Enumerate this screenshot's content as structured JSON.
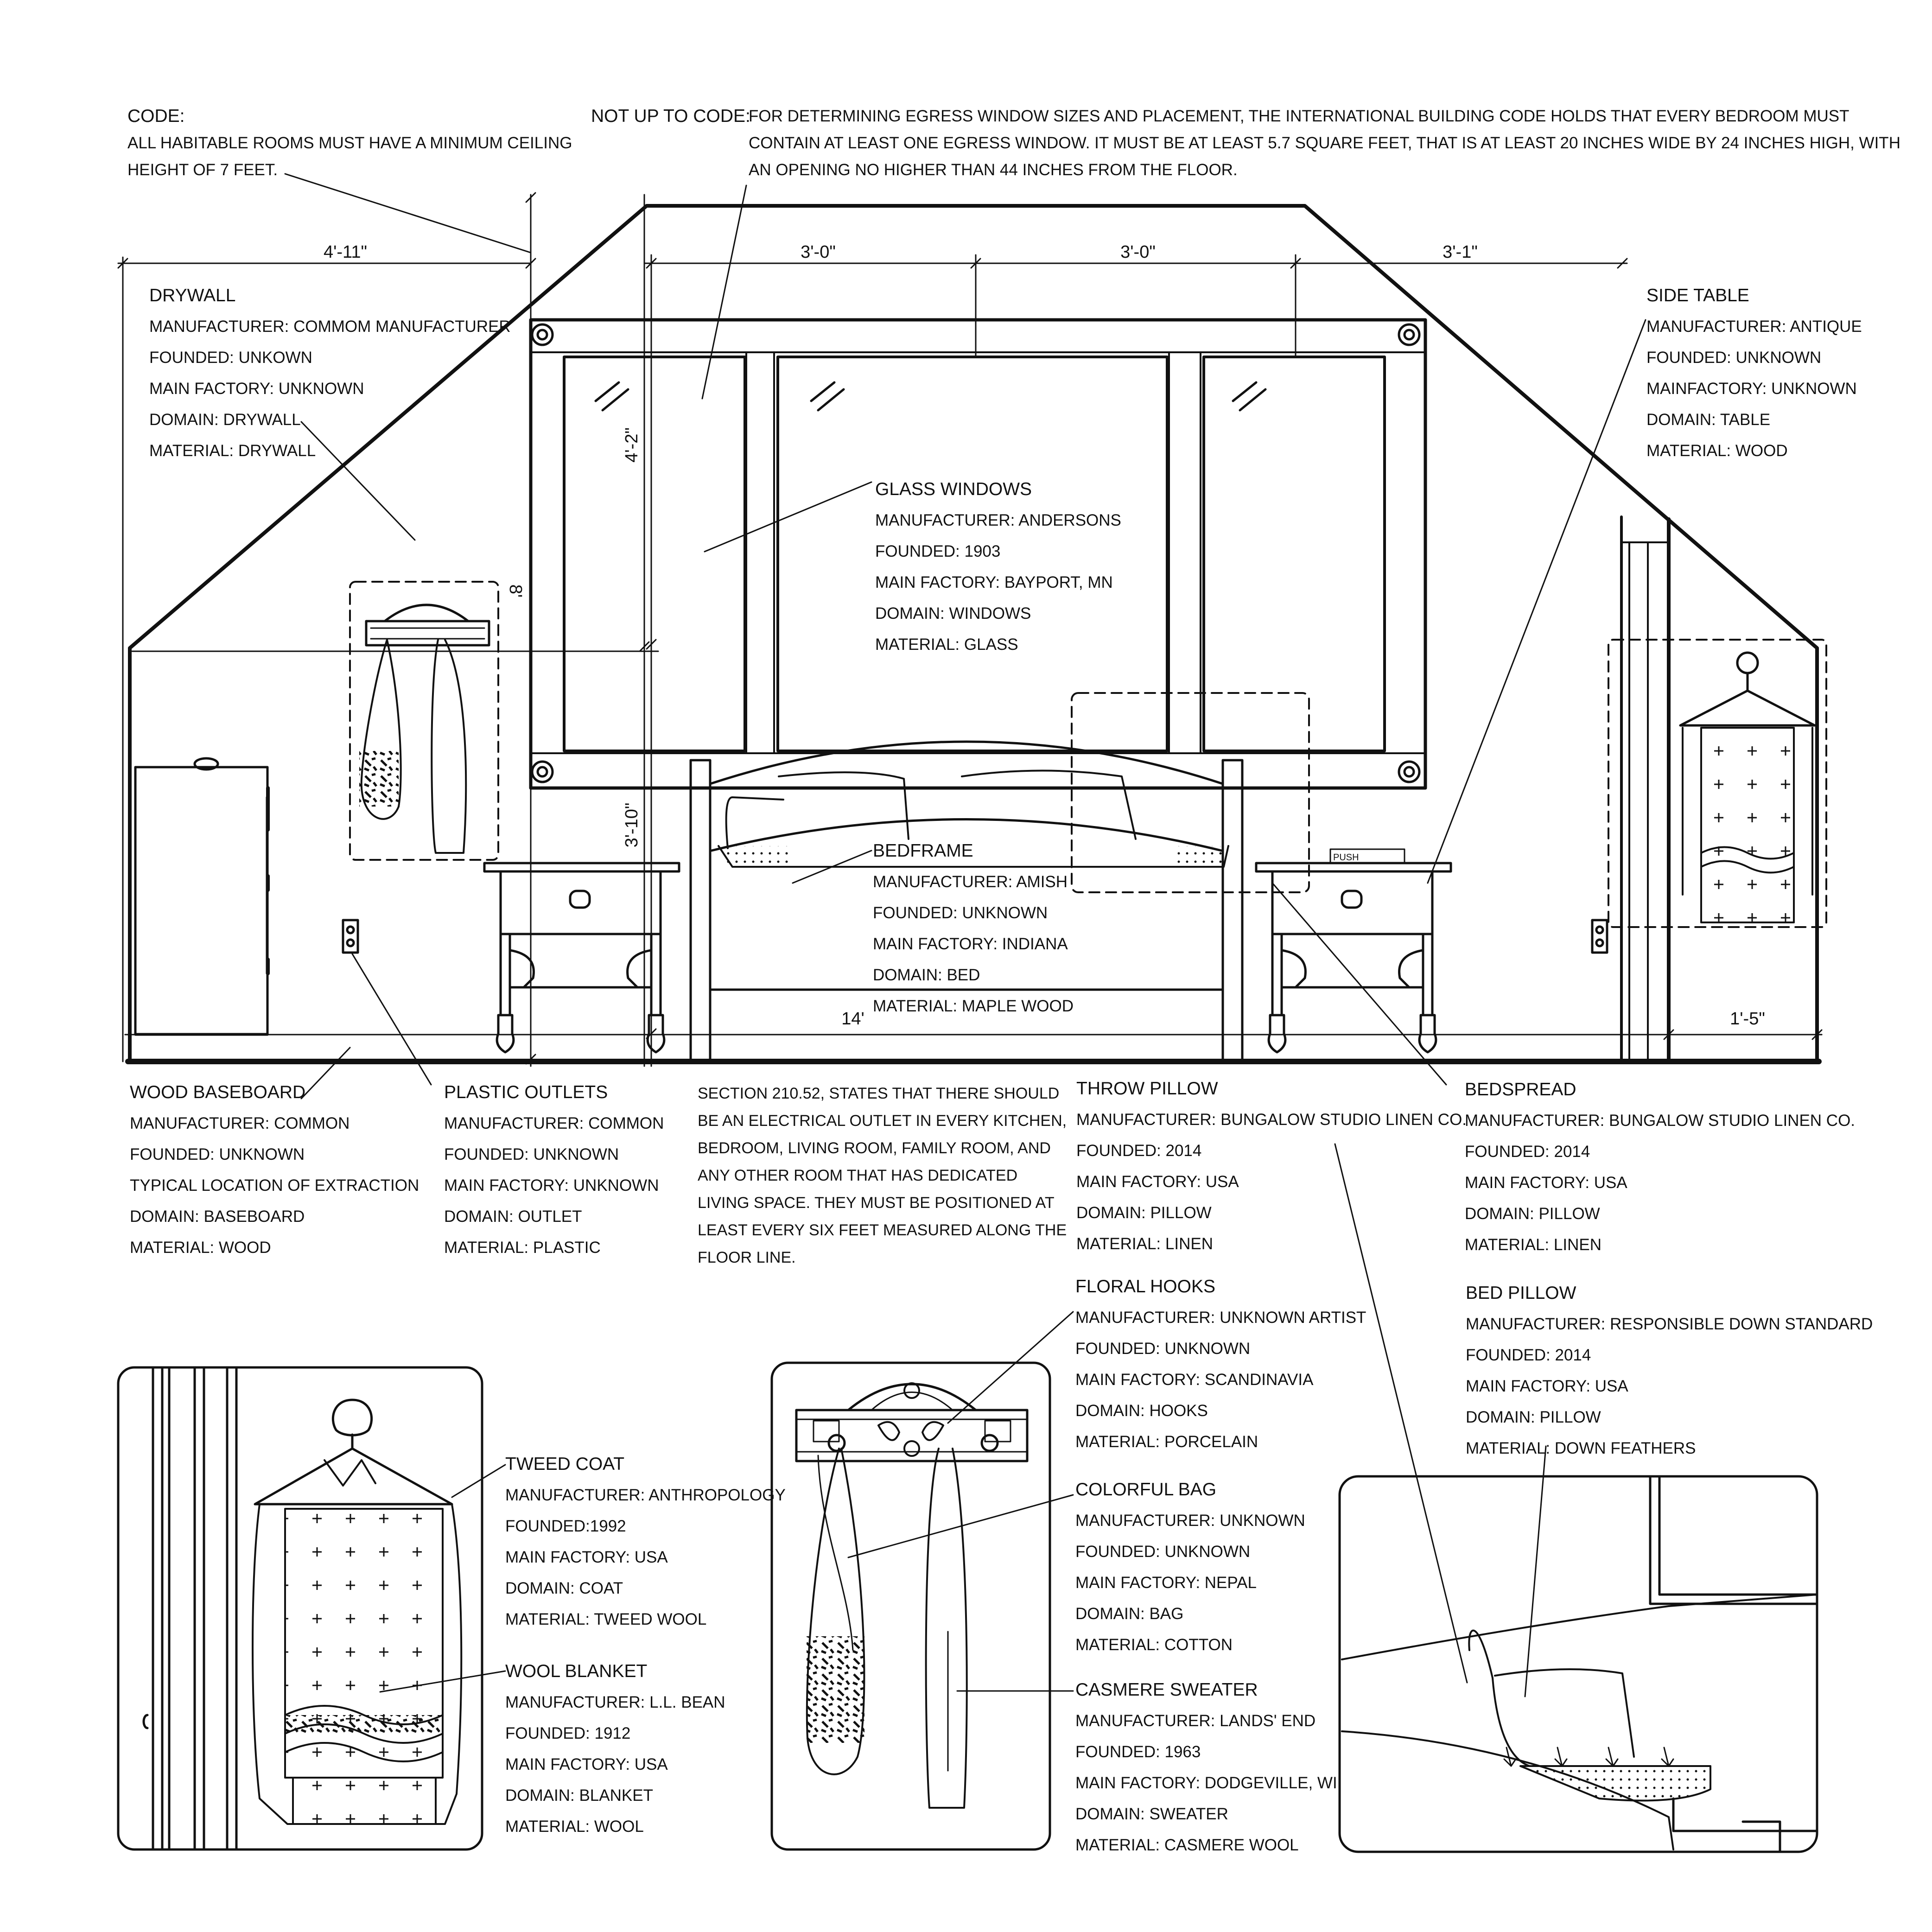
{
  "code_note": {
    "title": "CODE:",
    "lines": [
      "ALL HABITABLE ROOMS MUST HAVE A MINIMUM CEILING",
      "HEIGHT OF 7 FEET."
    ]
  },
  "egress_note": {
    "title": "NOT UP TO CODE:",
    "lines": [
      "FOR DETERMINING EGRESS WINDOW SIZES AND PLACEMENT, THE INTERNATIONAL BUILDING CODE HOLDS THAT EVERY BEDROOM MUST",
      "CONTAIN AT LEAST ONE EGRESS WINDOW. IT MUST BE AT LEAST 5.7 SQUARE FEET, THAT IS AT LEAST 20 INCHES WIDE BY 24 INCHES HIGH, WITH",
      "AN OPENING NO HIGHER THAN 44 INCHES FROM THE FLOOR."
    ]
  },
  "dimensions": {
    "left_width": "4'-11\"",
    "window_1": "3'-0\"",
    "window_2": "3'-0\"",
    "window_3": "3'-1\"",
    "window_height": "4'-2\"",
    "sill_height": "3'-10\"",
    "wall_height": "8'",
    "room_width": "14'",
    "closet_width": "1'-5\""
  },
  "outlet_code": {
    "lines": [
      "SECTION 210.52, STATES THAT THERE SHOULD",
      "BE AN ELECTRICAL OUTLET IN EVERY KITCHEN,",
      "BEDROOM, LIVING ROOM, FAMILY ROOM, AND",
      "ANY OTHER ROOM THAT HAS DEDICATED",
      "LIVING SPACE. THEY MUST BE POSITIONED AT",
      "LEAST EVERY SIX FEET MEASURED ALONG THE",
      "FLOOR LINE."
    ]
  },
  "drawer_label": "PUSH",
  "items": {
    "drywall": {
      "title": "DRYWALL",
      "lines": [
        "MANUFACTURER: COMMOM MANUFACTURER",
        "FOUNDED: UNKOWN",
        "MAIN FACTORY: UNKNOWN",
        "DOMAIN: DRYWALL",
        "MATERIAL: DRYWALL"
      ]
    },
    "glass_windows": {
      "title": "GLASS WINDOWS",
      "lines": [
        "MANUFACTURER: ANDERSONS",
        "FOUNDED: 1903",
        "MAIN FACTORY: BAYPORT, MN",
        "DOMAIN: WINDOWS",
        "MATERIAL: GLASS"
      ]
    },
    "side_table": {
      "title": "SIDE TABLE",
      "lines": [
        "MANUFACTURER: ANTIQUE",
        "FOUNDED: UNKNOWN",
        "MAINFACTORY: UNKNOWN",
        "DOMAIN: TABLE",
        "MATERIAL:  WOOD"
      ]
    },
    "bedframe": {
      "title": "BEDFRAME",
      "lines": [
        "MANUFACTURER: AMISH",
        "FOUNDED: UNKNOWN",
        "MAIN FACTORY: INDIANA",
        "DOMAIN: BED",
        "MATERIAL: MAPLE WOOD"
      ]
    },
    "wood_baseboard": {
      "title": "WOOD BASEBOARD",
      "lines": [
        "MANUFACTURER: COMMON",
        "FOUNDED: UNKNOWN",
        "TYPICAL LOCATION OF EXTRACTION",
        "DOMAIN: BASEBOARD",
        "MATERIAL: WOOD"
      ]
    },
    "plastic_outlets": {
      "title": "PLASTIC OUTLETS",
      "lines": [
        "MANUFACTURER: COMMON",
        "FOUNDED: UNKNOWN",
        "MAIN FACTORY: UNKNOWN",
        "DOMAIN: OUTLET",
        "MATERIAL: PLASTIC"
      ]
    },
    "throw_pillow": {
      "title": "THROW PILLOW",
      "lines": [
        "MANUFACTURER: BUNGALOW STUDIO LINEN CO.",
        "FOUNDED: 2014",
        "MAIN FACTORY: USA",
        "DOMAIN: PILLOW",
        "MATERIAL: LINEN"
      ]
    },
    "bedspread": {
      "title": "BEDSPREAD",
      "lines": [
        "MANUFACTURER: BUNGALOW STUDIO LINEN CO.",
        "FOUNDED: 2014",
        "MAIN FACTORY: USA",
        "DOMAIN: PILLOW",
        "MATERIAL: LINEN"
      ]
    },
    "floral_hooks": {
      "title": "FLORAL HOOKS",
      "lines": [
        "MANUFACTURER: UNKNOWN ARTIST",
        "FOUNDED: UNKNOWN",
        "MAIN FACTORY: SCANDINAVIA",
        "DOMAIN: HOOKS",
        "MATERIAL: PORCELAIN"
      ]
    },
    "bed_pillow": {
      "title": "BED PILLOW",
      "lines": [
        "MANUFACTURER: RESPONSIBLE DOWN STANDARD",
        "FOUNDED: 2014",
        "MAIN FACTORY: USA",
        "DOMAIN: PILLOW",
        "MATERIAL: DOWN FEATHERS"
      ]
    },
    "colorful_bag": {
      "title": "COLORFUL BAG",
      "lines": [
        "MANUFACTURER: UNKNOWN",
        "FOUNDED: UNKNOWN",
        "MAIN FACTORY: NEPAL",
        "DOMAIN: BAG",
        "MATERIAL: COTTON"
      ]
    },
    "casmere_sweater": {
      "title": "CASMERE SWEATER",
      "lines": [
        "MANUFACTURER: LANDS' END",
        "FOUNDED: 1963",
        "MAIN FACTORY: DODGEVILLE, WI",
        "DOMAIN: SWEATER",
        "MATERIAL: CASMERE WOOL"
      ]
    },
    "tweed_coat": {
      "title": "TWEED COAT",
      "lines": [
        "MANUFACTURER: ANTHROPOLOGY",
        "FOUNDED:1992",
        "MAIN FACTORY: USA",
        "DOMAIN: COAT",
        "MATERIAL: TWEED WOOL"
      ]
    },
    "wool_blanket": {
      "title": "WOOL BLANKET",
      "lines": [
        "MANUFACTURER: L.L. BEAN",
        "FOUNDED: 1912",
        "MAIN FACTORY: USA",
        "DOMAIN: BLANKET",
        "MATERIAL: WOOL"
      ]
    }
  }
}
